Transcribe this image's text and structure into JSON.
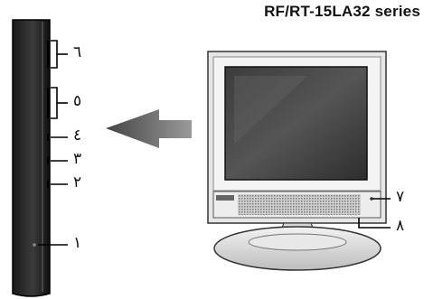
{
  "title": "RF/RT-15LA32 series",
  "side_labels": [
    "٦",
    "٥",
    "٤",
    "٣",
    "٢",
    "١"
  ],
  "front_labels": [
    "٧",
    "٨"
  ]
}
